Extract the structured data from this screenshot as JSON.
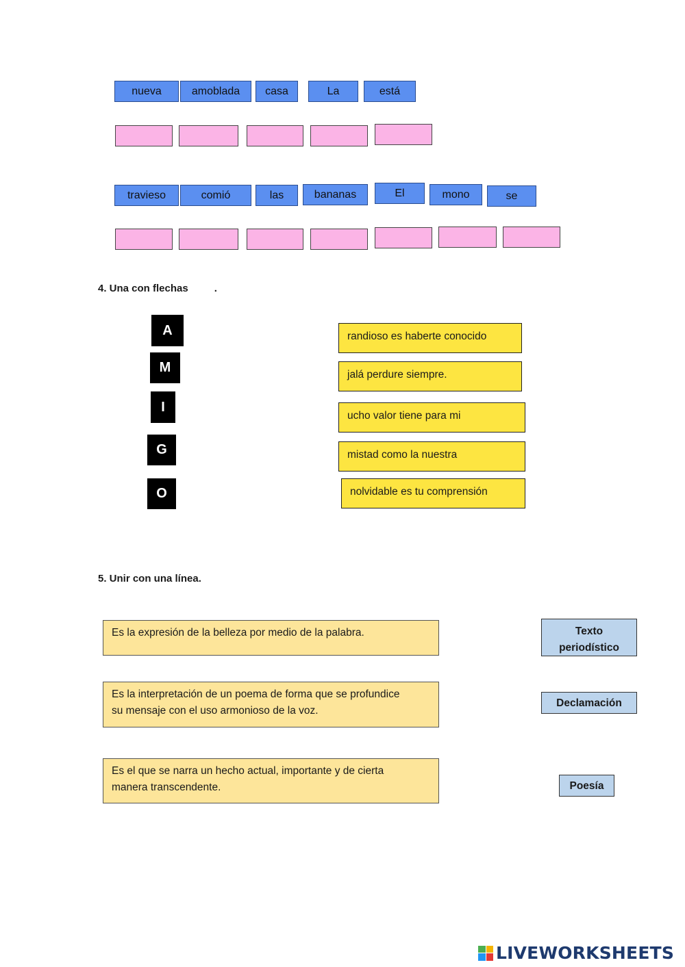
{
  "exercise3": {
    "sentence1": {
      "words": [
        "nueva",
        "amoblada",
        "casa",
        "La",
        "está"
      ]
    },
    "sentence2": {
      "words": [
        "travieso",
        "comió",
        "las",
        "bananas",
        "El",
        "mono",
        "se"
      ]
    }
  },
  "exercise4": {
    "title": "4. Una con flechas",
    "title_suffix": ".",
    "letters": [
      "A",
      "M",
      "I",
      "G",
      "O"
    ],
    "phrases": [
      "randioso es haberte conocido",
      "jalá perdure siempre.",
      "ucho valor tiene para mi",
      "mistad como la nuestra",
      "nolvidable es tu comprensión"
    ]
  },
  "exercise5": {
    "title": "5. Unir con una línea.",
    "definitions": [
      [
        "Es la expresión de la belleza por medio de la palabra."
      ],
      [
        "Es la interpretación de un poema de forma que se profundice",
        "su mensaje con el uso armonioso de la voz."
      ],
      [
        "Es el que se narra un hecho actual, importante y de cierta",
        "manera transcendente."
      ]
    ],
    "terms": [
      [
        "Texto",
        "periodístico"
      ],
      [
        "Declamación"
      ],
      [
        "Poesía"
      ]
    ]
  },
  "footer": {
    "logo_text": "LIVEWORKSHEETS",
    "logo_icon": "liveworksheets-logo-icon"
  },
  "colors": {
    "word_tile": "#5b8ff0",
    "drop_slot": "#fbb4e6",
    "letter_tile": "#000000",
    "phrase_box": "#fde541",
    "definition_box": "#fde59a",
    "term_box": "#bcd4ec"
  }
}
